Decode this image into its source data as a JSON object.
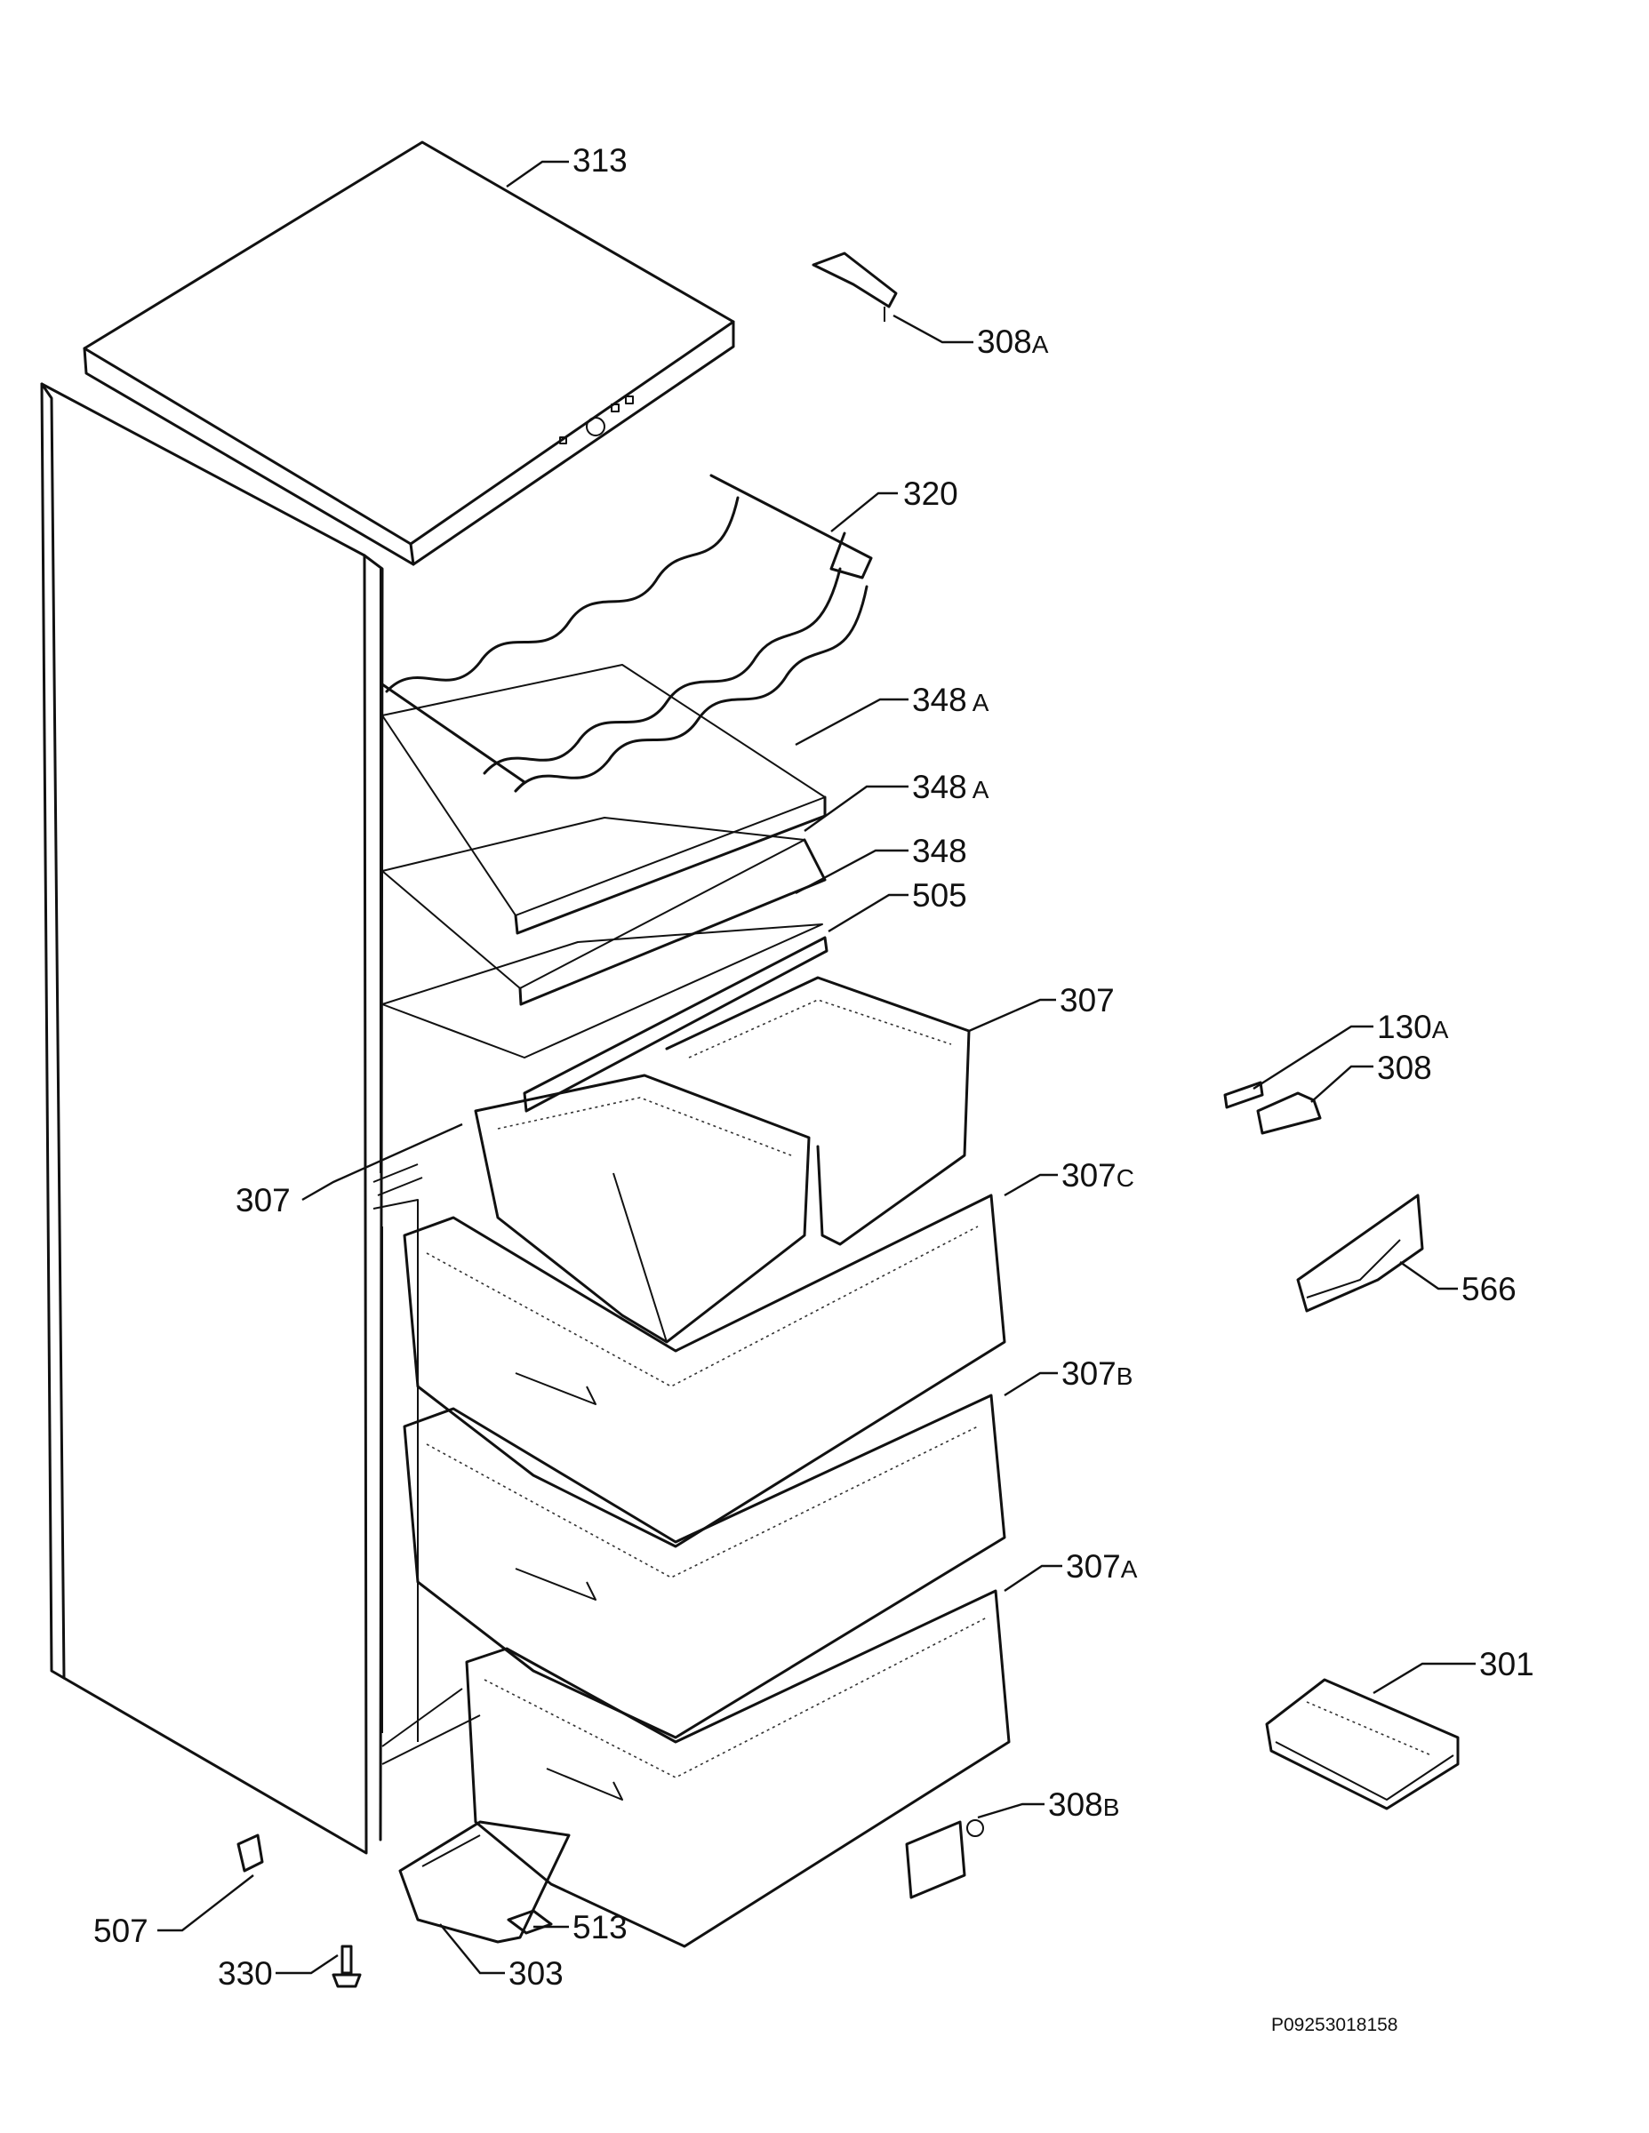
{
  "callouts": [
    {
      "id": "313",
      "num": "313",
      "suffix": ""
    },
    {
      "id": "308a",
      "num": "308",
      "suffix": "A"
    },
    {
      "id": "320",
      "num": "320",
      "suffix": ""
    },
    {
      "id": "348a-1",
      "num": "348",
      "suffix": "A"
    },
    {
      "id": "348a-2",
      "num": "348",
      "suffix": "A"
    },
    {
      "id": "348",
      "num": "348",
      "suffix": ""
    },
    {
      "id": "505",
      "num": "505",
      "suffix": ""
    },
    {
      "id": "307-right",
      "num": "307",
      "suffix": ""
    },
    {
      "id": "130a",
      "num": "130",
      "suffix": "A"
    },
    {
      "id": "308",
      "num": "308",
      "suffix": ""
    },
    {
      "id": "307-left",
      "num": "307",
      "suffix": ""
    },
    {
      "id": "307c",
      "num": "307",
      "suffix": "C"
    },
    {
      "id": "566",
      "num": "566",
      "suffix": ""
    },
    {
      "id": "307b",
      "num": "307",
      "suffix": "B"
    },
    {
      "id": "307a",
      "num": "307",
      "suffix": "A"
    },
    {
      "id": "301",
      "num": "301",
      "suffix": ""
    },
    {
      "id": "308b",
      "num": "308",
      "suffix": "B"
    },
    {
      "id": "507",
      "num": "507",
      "suffix": ""
    },
    {
      "id": "513",
      "num": "513",
      "suffix": ""
    },
    {
      "id": "330",
      "num": "330",
      "suffix": ""
    },
    {
      "id": "303",
      "num": "303",
      "suffix": ""
    }
  ],
  "reference_code": "P09253018158"
}
